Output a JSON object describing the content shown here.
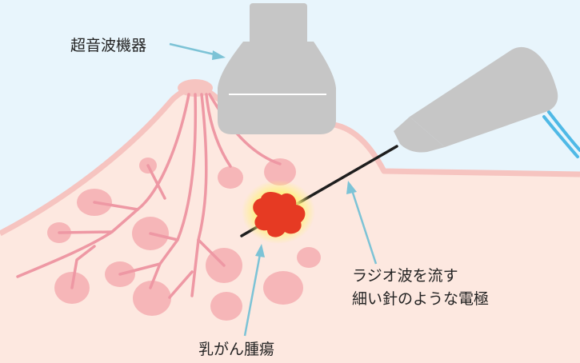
{
  "labels": {
    "ultrasound_device": "超音波機器",
    "electrode_line1": "ラジオ波を流す",
    "electrode_line2": "細い針のような電極",
    "tumor": "乳がん腫瘍"
  },
  "colors": {
    "background": "#e8f5fc",
    "skin_fill": "#fde8e0",
    "skin_outline": "#f6c4c0",
    "vessel": "#ee98a4",
    "lobule": "#f6b6b8",
    "device": "#c6c6c6",
    "cable": "#4fb9e6",
    "tumor_core": "#e63a23",
    "tumor_glow": "#fff27a",
    "arrow": "#7cc3d6",
    "needle": "#1e1e1e"
  }
}
